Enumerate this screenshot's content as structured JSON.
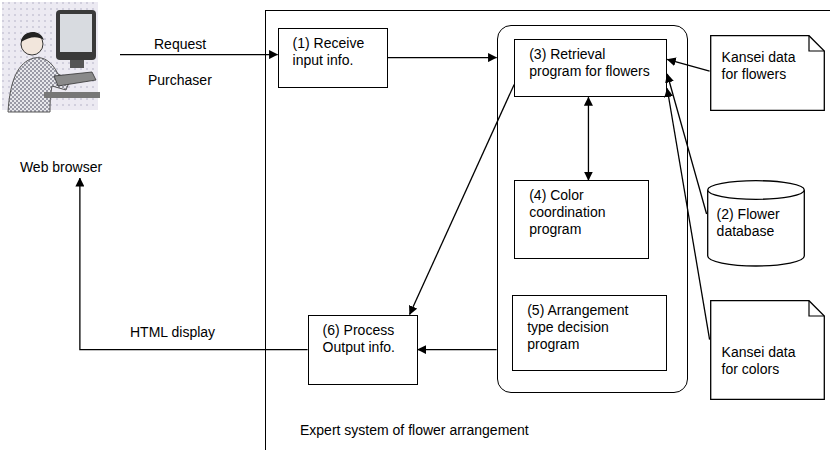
{
  "diagram": {
    "nodes": [
      {
        "text": [
          "Web browser"
        ]
      },
      {
        "text": [
          "Expert system of flower arrangement"
        ]
      },
      {
        "text": [
          "(1) Receive input info."
        ],
        "in": 1
      },
      {
        "text": [],
        "in": 1
      },
      {
        "text": [
          "(3) Retrieval program for flowers"
        ],
        "in": 3
      },
      {
        "text": [
          "(4) Color coordination program"
        ],
        "in": 3
      },
      {
        "text": [
          "(5) Arrangement type decision program"
        ],
        "in": 3
      },
      {
        "text": [
          "Kansei data for flowers"
        ],
        "in": 1
      },
      {
        "text": [
          "(2) Flower database"
        ],
        "in": 1
      },
      {
        "text": [
          "Kansei data for colors"
        ],
        "in": 1
      },
      {
        "text": [
          "(6) Process Output info."
        ],
        "in": 1
      }
    ],
    "edges": [
      {
        "from": 0,
        "to": 2,
        "arrow": "to",
        "label": "Request"
      },
      {
        "from": 2,
        "to": 3,
        "arrow": "to"
      },
      {
        "from": 7,
        "to": 4,
        "arrow": "to"
      },
      {
        "from": 8,
        "to": 4,
        "arrow": "to"
      },
      {
        "from": 9,
        "to": 4,
        "arrow": "to"
      },
      {
        "from": 4,
        "to": 5,
        "arrow": "both"
      },
      {
        "from": 4,
        "to": 10,
        "arrow": "to"
      },
      {
        "from": 3,
        "to": 10,
        "arrow": "to"
      },
      {
        "from": 10,
        "to": 0,
        "arrow": "to",
        "label": "HTML display"
      }
    ],
    "labels": [
      "Purchaser"
    ]
  }
}
